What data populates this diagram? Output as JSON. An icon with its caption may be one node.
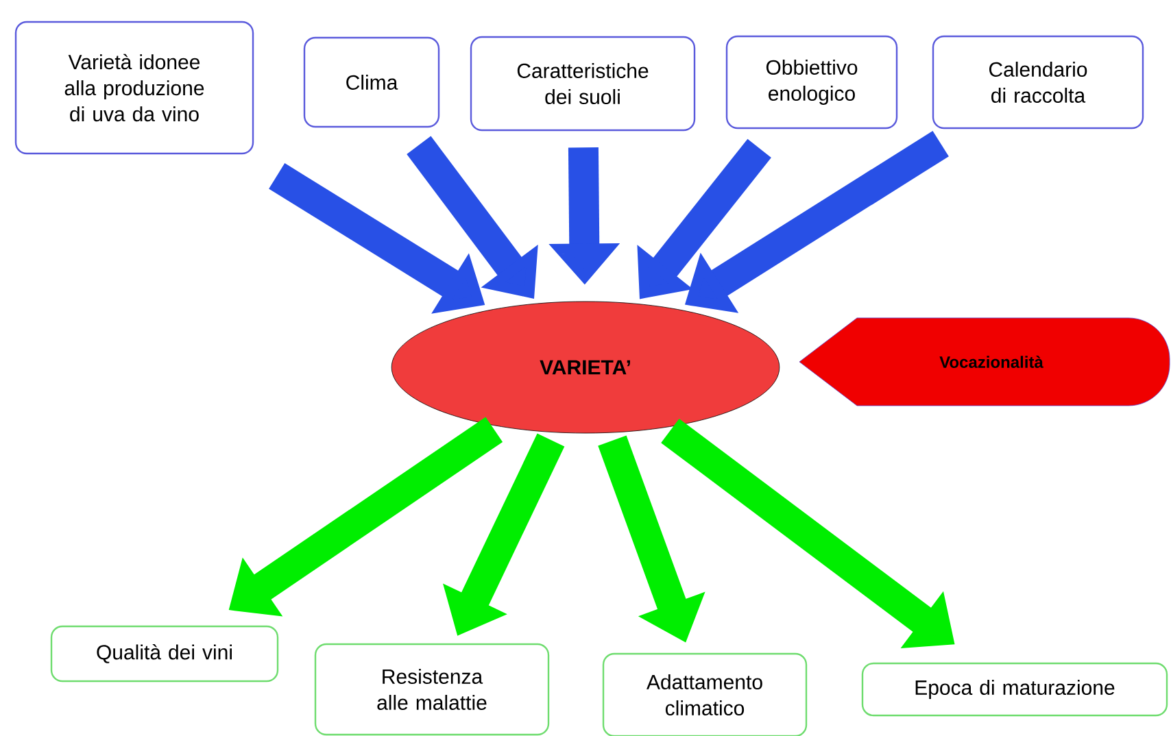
{
  "diagram": {
    "nodes": [
      {
        "text": [
          "Varietà idonee alla produzione di uva da vino"
        ]
      },
      {
        "text": [
          "Clima"
        ]
      },
      {
        "text": [
          "Caratteristiche dei suoli"
        ]
      },
      {
        "text": [
          "Obbiettivo enologico"
        ]
      },
      {
        "text": [
          "Calendario di raccolta"
        ]
      },
      {
        "text": [
          "VARIETA’"
        ]
      },
      {
        "text": [
          "Vocazionalità"
        ]
      },
      {
        "text": [
          "Qualità dei vini"
        ]
      },
      {
        "text": [
          "Resistenza alle malattie"
        ]
      },
      {
        "text": [
          "Adattamento climatico"
        ]
      },
      {
        "text": [
          "Epoca di maturazione"
        ]
      }
    ],
    "edges": [
      {
        "from": 0,
        "to": 5,
        "arrow": "to"
      },
      {
        "from": 1,
        "to": 5,
        "arrow": "to"
      },
      {
        "from": 2,
        "to": 5,
        "arrow": "to"
      },
      {
        "from": 3,
        "to": 5,
        "arrow": "to"
      },
      {
        "from": 4,
        "to": 5,
        "arrow": "to"
      },
      {
        "from": 5,
        "to": 7,
        "arrow": "to",
        "color": "#00ee00"
      },
      {
        "from": 5,
        "to": 8,
        "arrow": "to",
        "color": "#00ee00"
      },
      {
        "from": 5,
        "to": 9,
        "arrow": "to",
        "color": "#00ee00"
      },
      {
        "from": 5,
        "to": 10,
        "arrow": "to",
        "color": "#00ee00"
      }
    ]
  }
}
